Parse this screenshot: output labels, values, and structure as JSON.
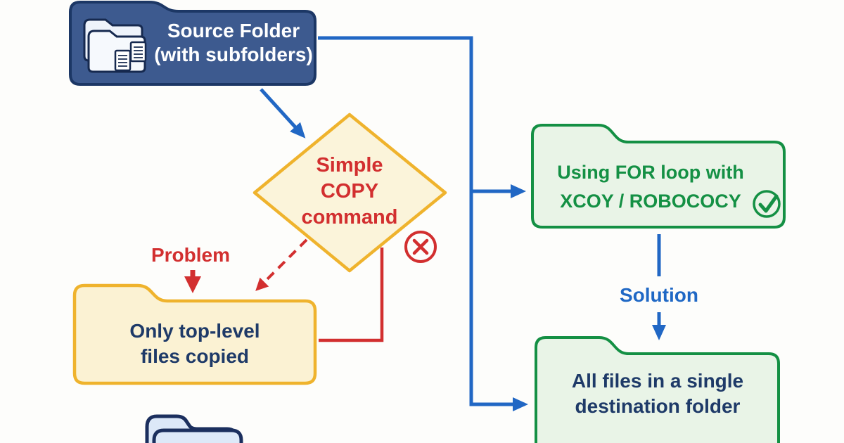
{
  "nodes": {
    "source_folder": {
      "line1": "Source Folder",
      "line2": "(with subfolders)"
    },
    "copy_decision": {
      "line1": "Simple",
      "line2": "COPY",
      "line3": "command"
    },
    "problem_label": "Problem",
    "top_level_result": {
      "line1": "Only top-level",
      "line2": "files copied"
    },
    "for_loop_method": {
      "line1": "Using FOR loop with",
      "line2": "XCOY / ROBOCOCY"
    },
    "solution_label": "Solution",
    "destination_result": {
      "line1": "All files in a single",
      "line2": "destination folder"
    }
  },
  "icons": {
    "source_folder_icon": "folder-stack-with-documents",
    "error_icon": "circled-x",
    "success_icon": "circled-check",
    "partial_folder_icon": "folder-stack-cropped"
  },
  "colors": {
    "blue_accent": "#2167c4",
    "navy_text": "#1e3a68",
    "red_accent": "#d22f2f",
    "green_accent": "#149044",
    "amber_border": "#efb32d",
    "cream_fill": "#fbf3d8",
    "light_green_fill": "#e9f4e7",
    "source_box_fill": "#3d5a8f",
    "source_box_border": "#1c3765",
    "folder_icon_fill": "#dce8f8",
    "background": "#fdfdfb"
  }
}
